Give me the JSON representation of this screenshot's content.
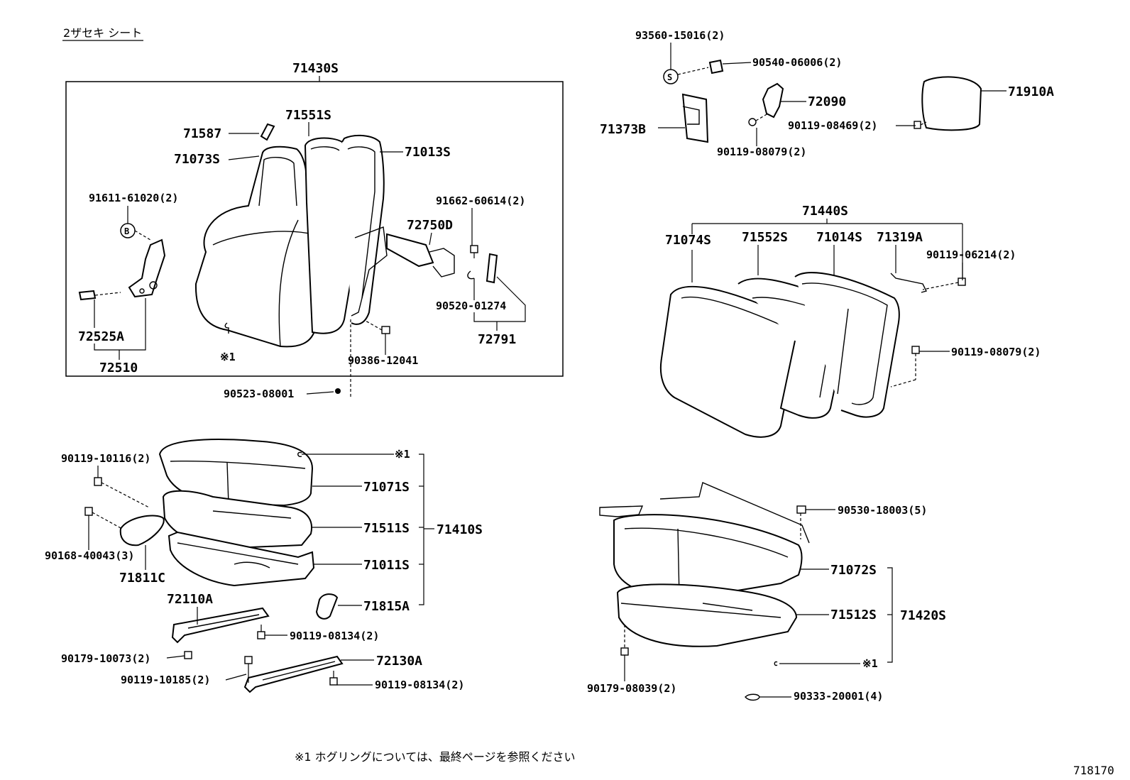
{
  "title": "2ザセキ シート",
  "footnote": "※1 ホグリングについては、最終ページを参照ください",
  "diagram_id": "718170",
  "upper_left_group": {
    "assembly": "71430S",
    "parts": {
      "p71587": "71587",
      "p71551S": "71551S",
      "p71073S": "71073S",
      "p71013S": "71013S",
      "p91611": "91611-61020(2)",
      "p91662": "91662-60614(2)",
      "p72750D": "72750D",
      "p90520": "90520-01274",
      "p72791": "72791",
      "p72525A": "72525A",
      "p72510": "72510",
      "p90386": "90386-12041",
      "p90523": "90523-08001",
      "mark1": "※1"
    }
  },
  "upper_right_group": {
    "p93560": "93560-15016(2)",
    "p90540": "90540-06006(2)",
    "p72090": "72090",
    "p71910A": "71910A",
    "p71373B": "71373B",
    "p90119_08469": "90119-08469(2)",
    "p90119_08079a": "90119-08079(2)",
    "circle_s": "S",
    "circle_b": "B"
  },
  "mid_right_group": {
    "assembly": "71440S",
    "p71074S": "71074S",
    "p71552S": "71552S",
    "p71014S": "71014S",
    "p71319A": "71319A",
    "p90119_06214": "90119-06214(2)",
    "p90119_08079b": "90119-08079(2)"
  },
  "lower_left_group": {
    "assembly": "71410S",
    "p90119_10116": "90119-10116(2)",
    "mark1": "※1",
    "p71071S": "71071S",
    "p71511S": "71511S",
    "p71011S": "71011S",
    "p90168": "90168-40043(3)",
    "p71811C": "71811C",
    "p71815A": "71815A",
    "p72110A": "72110A",
    "p90119_08134a": "90119-08134(2)",
    "p90179_10073": "90179-10073(2)",
    "p72130A": "72130A",
    "p90119_10185": "90119-10185(2)",
    "p90119_08134b": "90119-08134(2)"
  },
  "lower_right_group": {
    "assembly": "71420S",
    "p90530": "90530-18003(5)",
    "p71072S": "71072S",
    "p71512S": "71512S",
    "mark1": "※1",
    "p90179_08039": "90179-08039(2)",
    "p90333": "90333-20001(4)"
  }
}
